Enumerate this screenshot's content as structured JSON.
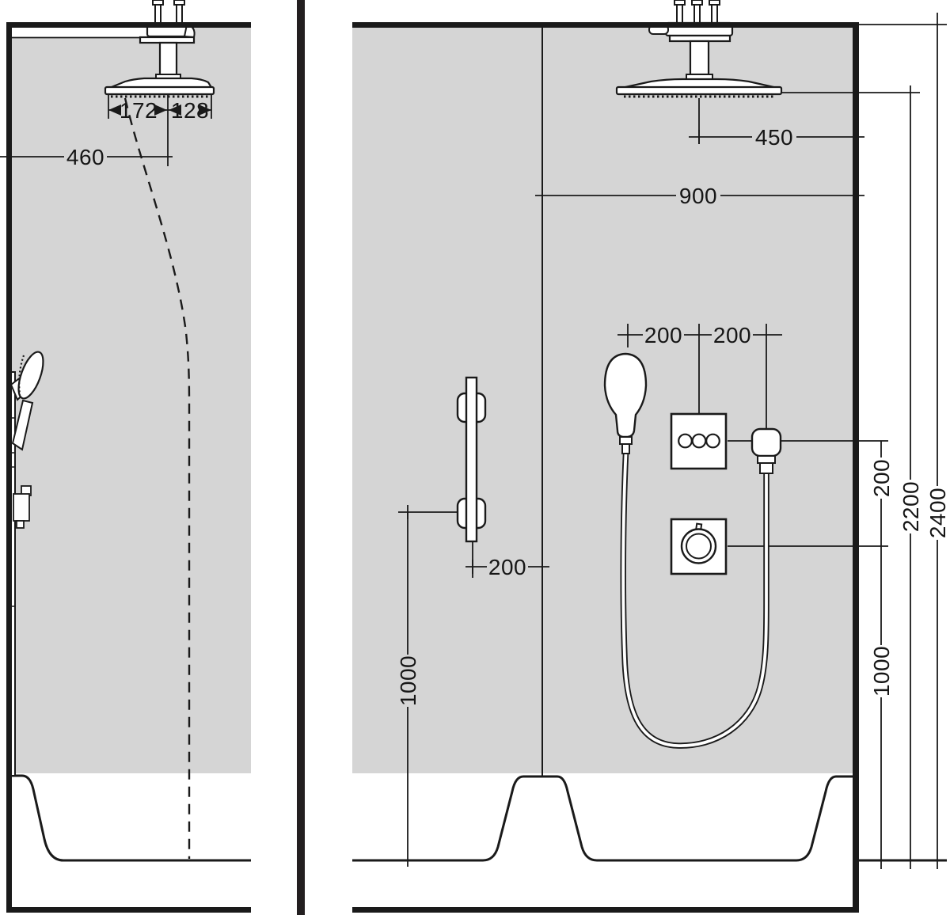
{
  "diagram": {
    "type": "shower-installation-dimension-drawing",
    "colors": {
      "wall_fill": "#d5d5d5",
      "line": "#1a1a1a",
      "background": "#ffffff"
    },
    "labels": {
      "side_view": {
        "head_overhang_left": "172",
        "head_overhang_right": "128",
        "wall_to_head_center": "460"
      },
      "front_view": {
        "head_center_to_wall": "450",
        "corner_to_wall": "900",
        "handshower_to_valve": "200",
        "valve_to_outlet": "200",
        "valve_vertical_gap": "200",
        "bar_to_corner": "200",
        "bar_height": "1000",
        "outlet_height": "1000",
        "spray_face_height": "2200",
        "ceiling_height": "2400"
      }
    }
  }
}
